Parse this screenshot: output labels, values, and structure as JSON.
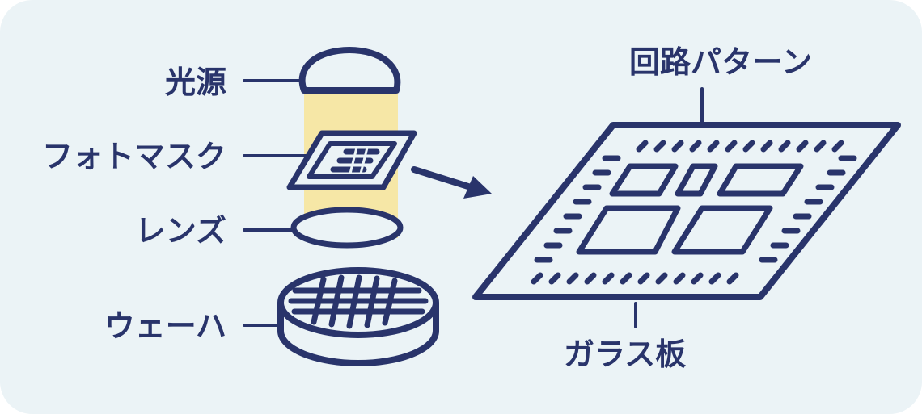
{
  "labels": {
    "light_source": "光源",
    "photomask": "フォトマスク",
    "lens": "レンズ",
    "wafer": "ウェーハ",
    "circuit_pattern": "回路パターン",
    "glass_plate": "ガラス板"
  },
  "colors": {
    "background": "#ebf3f6",
    "stroke": "#29346b",
    "light_beam": "#f6e7a6"
  }
}
